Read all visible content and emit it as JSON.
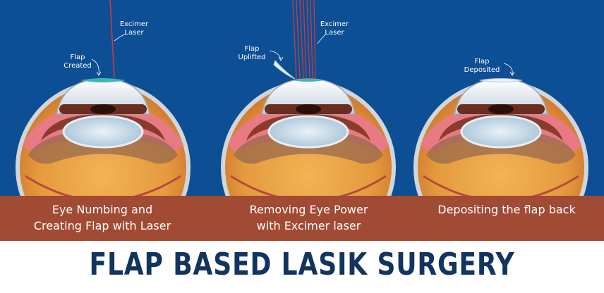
{
  "colors": {
    "background": "#0d4f94",
    "band": "#a14a34",
    "title": "#12345f",
    "laser": "#d53a3a"
  },
  "title": "FLAP BASED LASIK SURGERY",
  "steps": [
    {
      "caption_line1": "Eye Numbing and",
      "caption_line2": "Creating Flap with Laser",
      "laser_label_line1": "Excimer",
      "laser_label_line2": "Laser",
      "flap_label_line1": "Flap",
      "flap_label_line2": "Created"
    },
    {
      "caption_line1": "Removing Eye Power",
      "caption_line2": "with Excimer laser",
      "laser_label_line1": "Excimer",
      "laser_label_line2": "Laser",
      "flap_label_line1": "Flap",
      "flap_label_line2": "Uplifted"
    },
    {
      "caption_line1": "Depositing the flap back",
      "caption_line2": "",
      "flap_label_line1": "Flap",
      "flap_label_line2": "Deposited"
    }
  ]
}
